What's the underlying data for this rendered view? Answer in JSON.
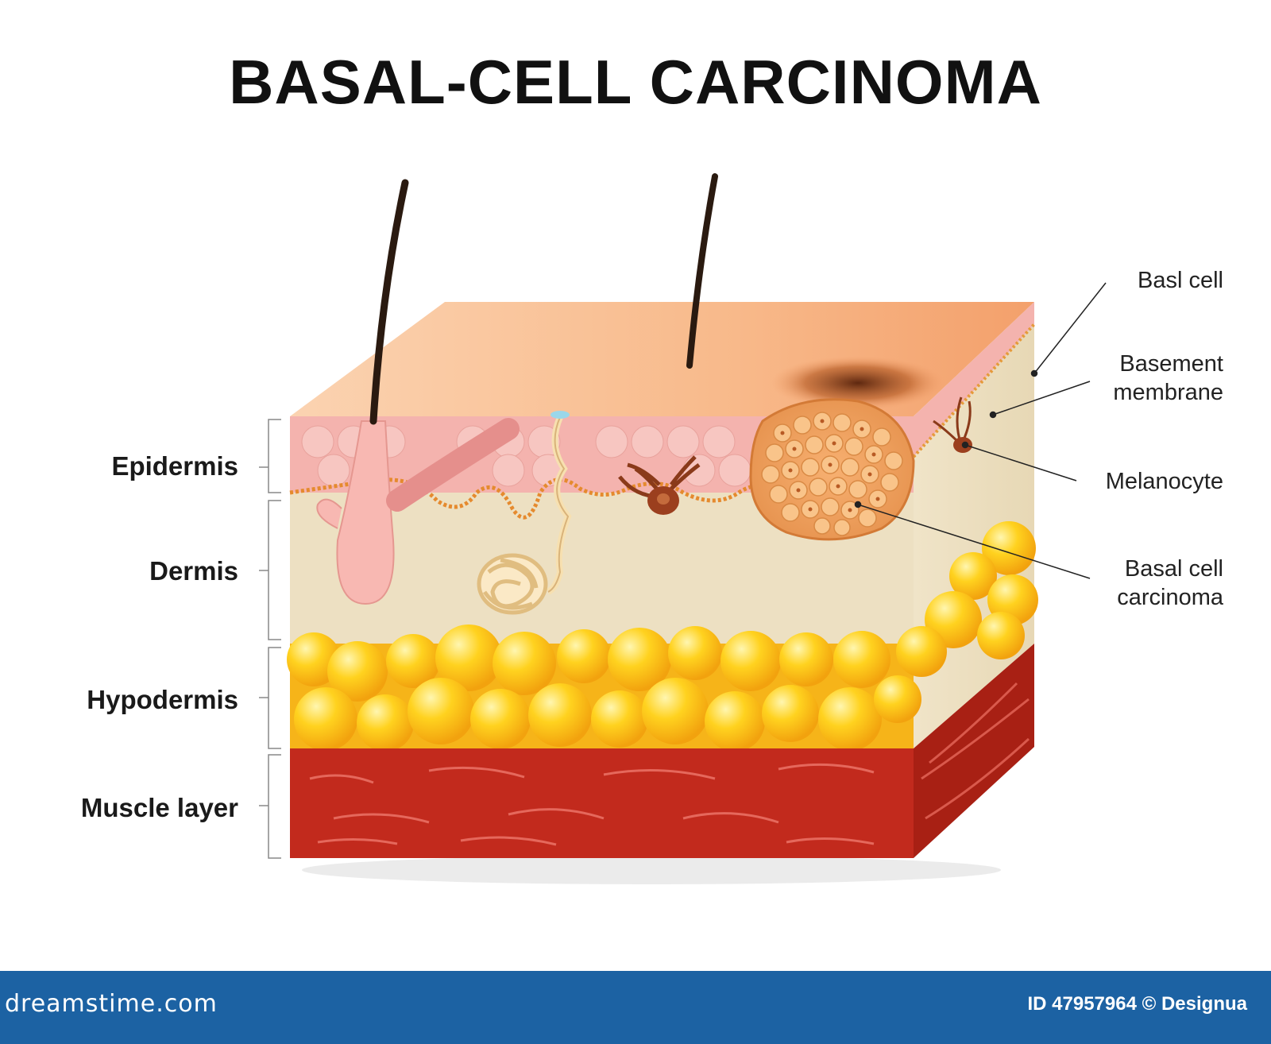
{
  "title": "BASAL-CELL CARCINOMA",
  "layers": [
    {
      "label": "Epidermis"
    },
    {
      "label": "Dermis"
    },
    {
      "label": "Hypodermis"
    },
    {
      "label": "Muscle layer"
    }
  ],
  "callouts": [
    {
      "label": "Basl cell"
    },
    {
      "label": "Basement membrane"
    },
    {
      "label": "Melanocyte"
    },
    {
      "label": "Basal cell carcinoma"
    }
  ],
  "footer": {
    "site": "dreamstime.com",
    "image_id": "ID 47957964 © Designua"
  },
  "colors": {
    "skin_top": "#f9c9a4",
    "epidermis": "#f4b3ae",
    "dermis": "#ede0c2",
    "fat": "#fcc719",
    "muscle": "#c22a1d",
    "footer": "#1c62a3"
  }
}
